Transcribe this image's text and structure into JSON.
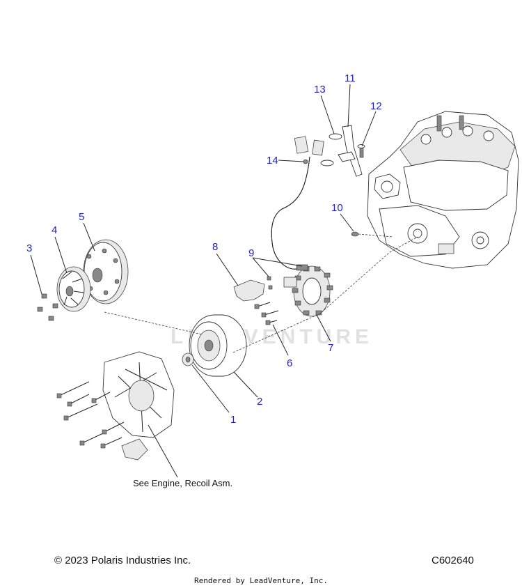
{
  "callouts": {
    "c1": "1",
    "c2": "2",
    "c3": "3",
    "c4": "4",
    "c5": "5",
    "c6": "6",
    "c7": "7",
    "c8": "8",
    "c9": "9",
    "c10": "10",
    "c11": "11",
    "c12": "12",
    "c13": "13",
    "c14": "14"
  },
  "note": "See Engine, Recoil Asm.",
  "watermark": "LEADVENTURE",
  "footer": {
    "copyright": "© 2023 Polaris Industries Inc.",
    "code": "C602640",
    "rendered": "Rendered by LeadVenture, Inc."
  },
  "colors": {
    "callout": "#2222cc",
    "line": "#222222"
  }
}
